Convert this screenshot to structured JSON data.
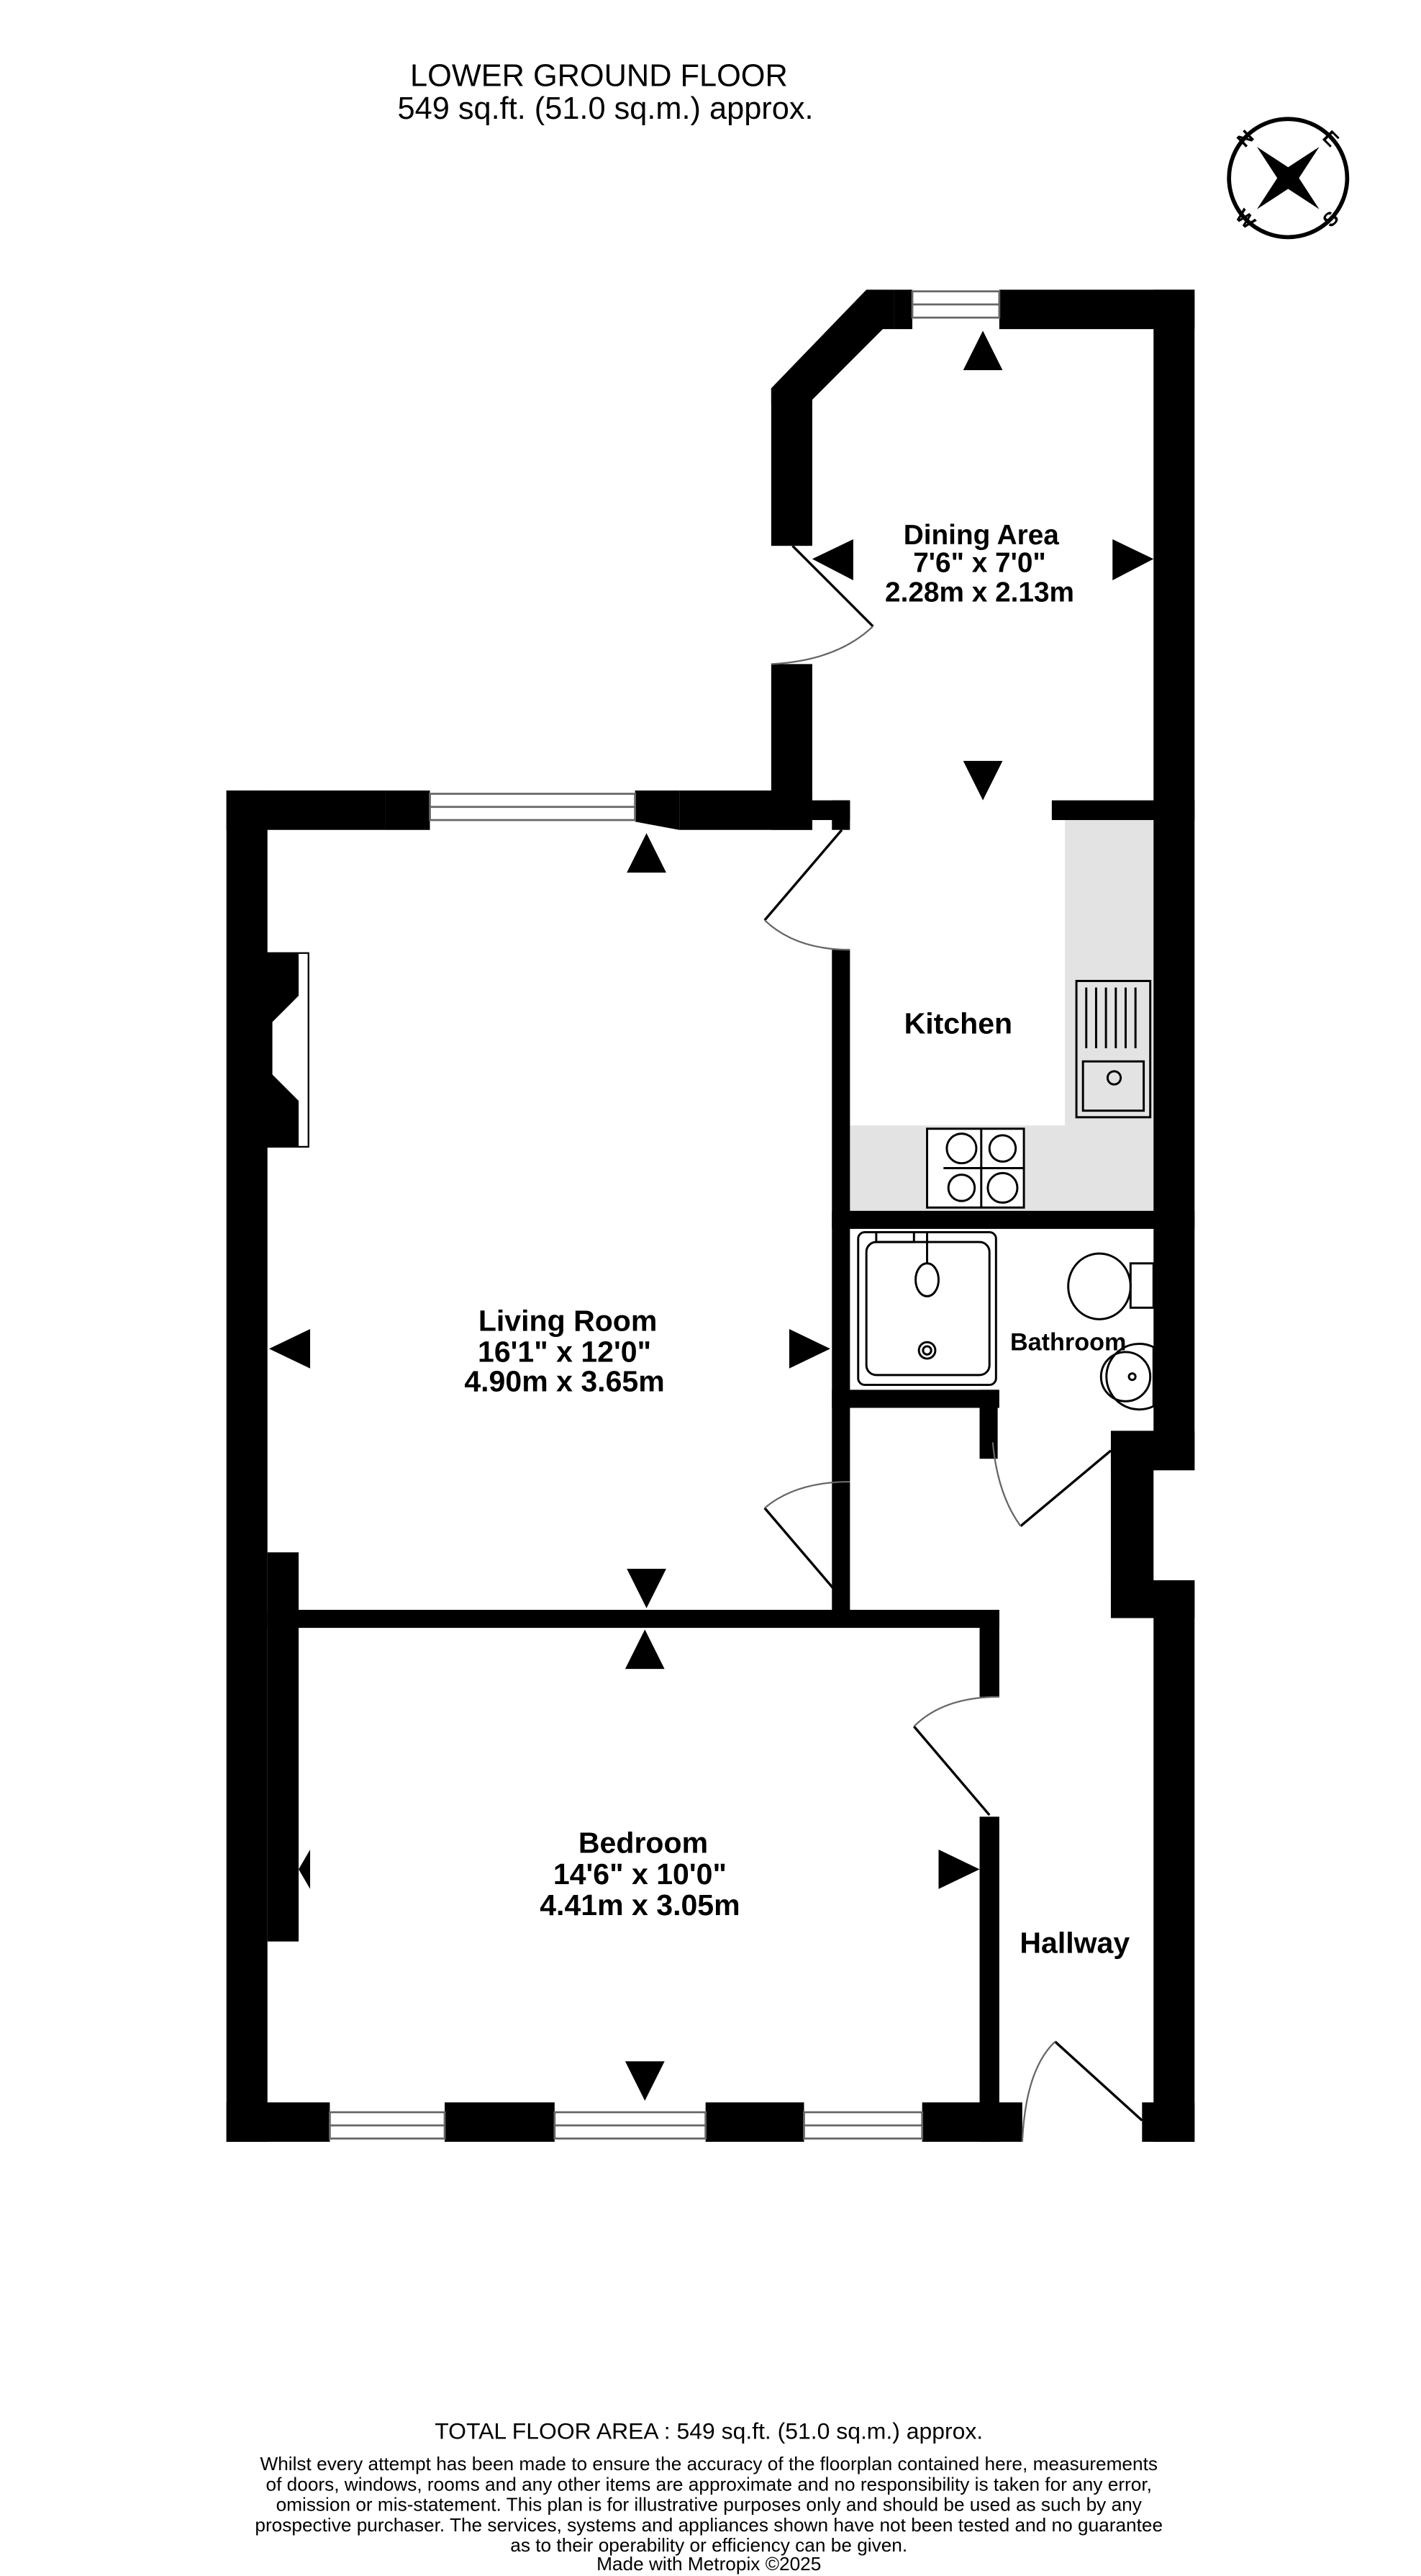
{
  "header": {
    "floor_name": "LOWER GROUND FLOOR",
    "floor_area": "549 sq.ft. (51.0 sq.m.) approx."
  },
  "compass": {
    "labels": [
      "N",
      "E",
      "S",
      "W"
    ]
  },
  "rooms": [
    {
      "name": "Dining Area",
      "imperial": "7'6\"  x 7'0\"",
      "metric": "2.28m  x 2.13m"
    },
    {
      "name": "Kitchen"
    },
    {
      "name": "Living Room",
      "imperial": "16'1\"  x 12'0\"",
      "metric": "4.90m  x 3.65m"
    },
    {
      "name": "Bathroom"
    },
    {
      "name": "Bedroom",
      "imperial": "14'6\"  x 10'0\"",
      "metric": "4.41m  x 3.05m"
    },
    {
      "name": "Hallway"
    }
  ],
  "footer": {
    "total": "TOTAL FLOOR AREA : 549 sq.ft. (51.0 sq.m.) approx.",
    "disclaimer": [
      "Whilst every attempt has been made to ensure the accuracy of the floorplan contained here, measurements",
      "of doors, windows, rooms and any other items are approximate and no responsibility is taken for any error,",
      "omission or mis-statement. This plan is for illustrative purposes only and should be used as such by any",
      "prospective purchaser. The services, systems and appliances shown have not been tested and no guarantee",
      "as to their operability or efficiency can be given."
    ],
    "credit": "Made with Metropix ©2025"
  },
  "colors": {
    "wall": "#000000",
    "kitchen_floor": "#e3e3e3"
  }
}
